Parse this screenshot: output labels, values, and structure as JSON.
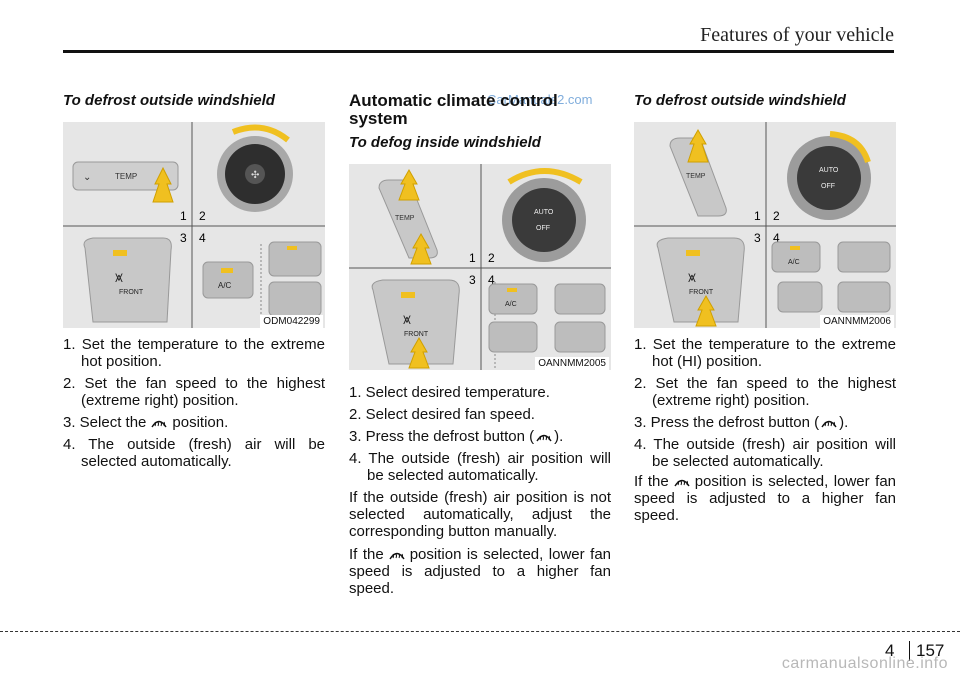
{
  "header": {
    "title": "Features of your vehicle"
  },
  "watermark": "CarManuals2.com",
  "col1": {
    "subtitle": "To defrost outside windshield",
    "figure": {
      "code": "ODM042299",
      "labels": [
        "1",
        "2",
        "3",
        "4"
      ],
      "temp_label": "TEMP",
      "front_label": "FRONT",
      "ac_label": "A/C"
    },
    "steps": [
      "1. Set the temperature to the extreme hot position.",
      "2. Set the fan speed to the highest (extreme right) position.",
      "4. The outside (fresh) air will be selected automatically."
    ],
    "step3_pre": "3. Select the",
    "step3_post": "position."
  },
  "col2": {
    "heading": "Automatic climate control system",
    "subtitle": "To defog inside windshield",
    "figure": {
      "code": "OANNMM2005",
      "labels": [
        "1",
        "2",
        "3",
        "4"
      ],
      "temp_label": "TEMP",
      "auto_label": "AUTO",
      "off_label": "OFF",
      "front_label": "FRONT",
      "ac_label": "A/C"
    },
    "steps": [
      "1. Select desired temperature.",
      "2. Select desired fan speed."
    ],
    "step3_pre": "3. Press the defrost button (",
    "step3_post": ").",
    "step4": "4. The outside (fresh) air position will be selected automatically.",
    "para1": "If the outside (fresh) air position is not selected automatically, adjust the corresponding button manually.",
    "para2_pre": "If the",
    "para2_post": "position is selected, lower fan speed is adjusted to a higher fan speed."
  },
  "col3": {
    "subtitle": "To defrost outside windshield",
    "figure": {
      "code": "OANNMM2006",
      "labels": [
        "1",
        "2",
        "3",
        "4"
      ],
      "temp_label": "TEMP",
      "auto_label": "AUTO",
      "off_label": "OFF",
      "front_label": "FRONT",
      "ac_label": "A/C"
    },
    "steps": [
      "1. Set the temperature to the extreme hot (HI) position.",
      "2. Set the fan speed to the highest (extreme right) position."
    ],
    "step3_pre": "3. Press the defrost button (",
    "step3_post": ").",
    "step4": "4. The outside (fresh) air position will be selected automatically.",
    "para_pre": "If the",
    "para_post": "position is selected, lower fan speed is adjusted to a higher fan speed."
  },
  "footer": {
    "chapter": "4",
    "page": "157",
    "site": "carmanualsonline.info"
  }
}
